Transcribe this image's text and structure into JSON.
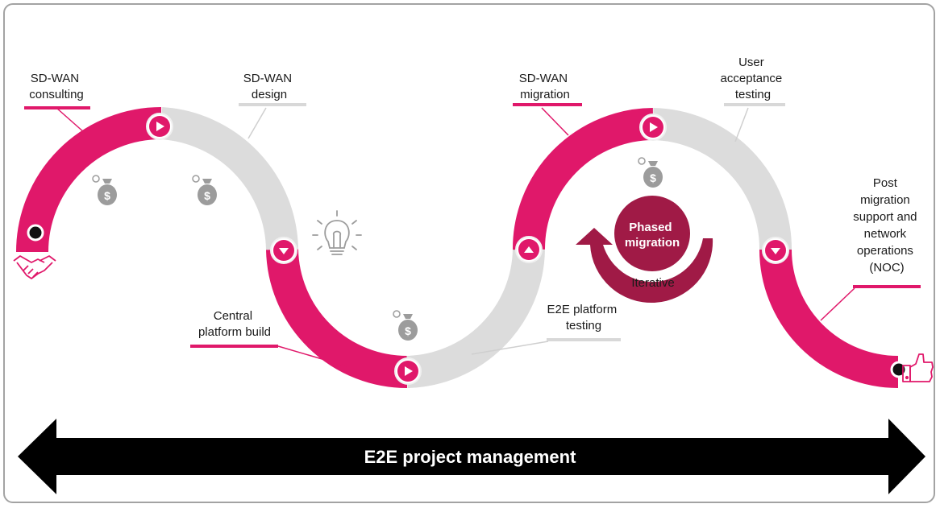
{
  "colors": {
    "accent": "#e0186a",
    "grey": "#dcdcdc",
    "icon_grey": "#9c9c9c",
    "dark_accent": "#a01a46",
    "bar": "#000000"
  },
  "stages": [
    {
      "id": "consulting",
      "lines": [
        "SD-WAN",
        "consulting"
      ],
      "color": "accent"
    },
    {
      "id": "design",
      "lines": [
        "SD-WAN",
        "design"
      ],
      "color": "grey"
    },
    {
      "id": "platform-build",
      "lines": [
        "Central",
        "platform build"
      ],
      "color": "accent"
    },
    {
      "id": "platform-testing",
      "lines": [
        "E2E platform",
        "testing"
      ],
      "color": "grey"
    },
    {
      "id": "migration",
      "lines": [
        "SD-WAN",
        "migration"
      ],
      "color": "accent"
    },
    {
      "id": "acceptance",
      "lines": [
        "User",
        "acceptance",
        "testing"
      ],
      "color": "grey"
    },
    {
      "id": "post-migration",
      "lines": [
        "Post",
        "migration",
        "support and",
        "network",
        "operations",
        "(NOC)"
      ],
      "color": "accent"
    }
  ],
  "center": {
    "lines": [
      "Phased",
      "migration"
    ],
    "cycle_label": "Iterative"
  },
  "bar": {
    "label": "E2E project management"
  },
  "icons": {
    "start": "handshake-icon",
    "end": "thumbs-up-icon",
    "idea": "lightbulb-icon",
    "cost": "money-bag-icon"
  }
}
